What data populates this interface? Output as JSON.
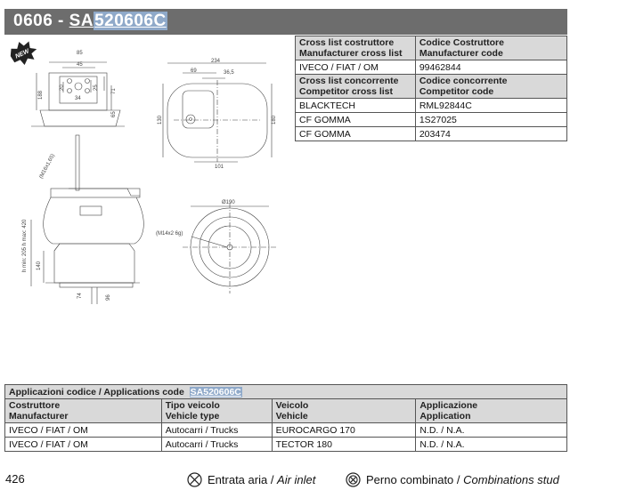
{
  "header": {
    "series": "0606",
    "separator": " - ",
    "prefix": "SA",
    "code": "520606C"
  },
  "badge": {
    "text": "NEW"
  },
  "cross_list": [
    {
      "type": "header",
      "col1_line1": "Cross list costruttore",
      "col1_line2": "Manufacturer cross list",
      "col2_line1": "Codice Costruttore",
      "col2_line2": "Manufacturer code"
    },
    {
      "type": "row",
      "col1": "IVECO / FIAT / OM",
      "col2": "99462844"
    },
    {
      "type": "header",
      "col1_line1": "Cross list concorrente",
      "col1_line2": "Competitor cross list",
      "col2_line1": "Codice concorrente",
      "col2_line2": "Competitor code"
    },
    {
      "type": "row",
      "col1": "BLACKTECH",
      "col2": "RML92844C"
    },
    {
      "type": "row",
      "col1": "CF GOMMA",
      "col2": "1S27025"
    },
    {
      "type": "row",
      "col1": "CF GOMMA",
      "col2": "203474"
    }
  ],
  "applications": {
    "title": "Applicazioni codice / Applications code",
    "code": "SA520606C",
    "columns": [
      {
        "line1": "Costruttore",
        "line2": "Manufacturer"
      },
      {
        "line1": "Tipo veicolo",
        "line2": "Vehicle type"
      },
      {
        "line1": "Veicolo",
        "line2": "Vehicle"
      },
      {
        "line1": "Applicazione",
        "line2": "Application"
      }
    ],
    "rows": [
      [
        "IVECO / FIAT / OM",
        "Autocarri / Trucks",
        "EUROCARGO 170",
        "N.D. / N.A."
      ],
      [
        "IVECO / FIAT / OM",
        "Autocarri / Trucks",
        "TECTOR 180",
        "N.D. / N.A."
      ]
    ]
  },
  "drawing": {
    "dims": {
      "d85": "85",
      "d45": "45",
      "d20": "20",
      "d34": "34",
      "d25": "25",
      "d71": "71",
      "d188": "188",
      "d65": "65",
      "d234": "234",
      "d69": "69",
      "d36_5": "36,5",
      "d130": "130",
      "d180": "180",
      "d101": "101",
      "m16": "(M16x1,65)",
      "h_range": "h min: 205 h max: 420",
      "d140": "140",
      "d74": "74",
      "d96": "96",
      "d190": "Ø190",
      "m14": "(M14x2 6g)"
    }
  },
  "footer": {
    "page": "426",
    "legend_air_it": "Entrata aria / ",
    "legend_air_en": "Air inlet",
    "legend_stud_it": "Perno combinato / ",
    "legend_stud_en": "Combinations stud"
  }
}
